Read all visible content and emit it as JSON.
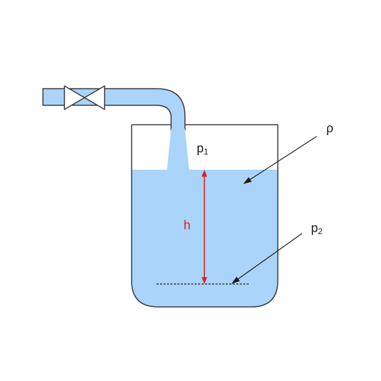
{
  "labels": {
    "rho": "ρ",
    "p1_base": "p",
    "p1_sub": "1",
    "p2_base": "p",
    "p2_sub": "2",
    "h": "h"
  },
  "colors": {
    "water": "#aad4fa",
    "outline": "#3a3a3a",
    "height_arrow": "#e02020",
    "pointer_arrow": "#1a1a1a"
  },
  "icons": {
    "valve": "bowtie-valve-icon"
  }
}
